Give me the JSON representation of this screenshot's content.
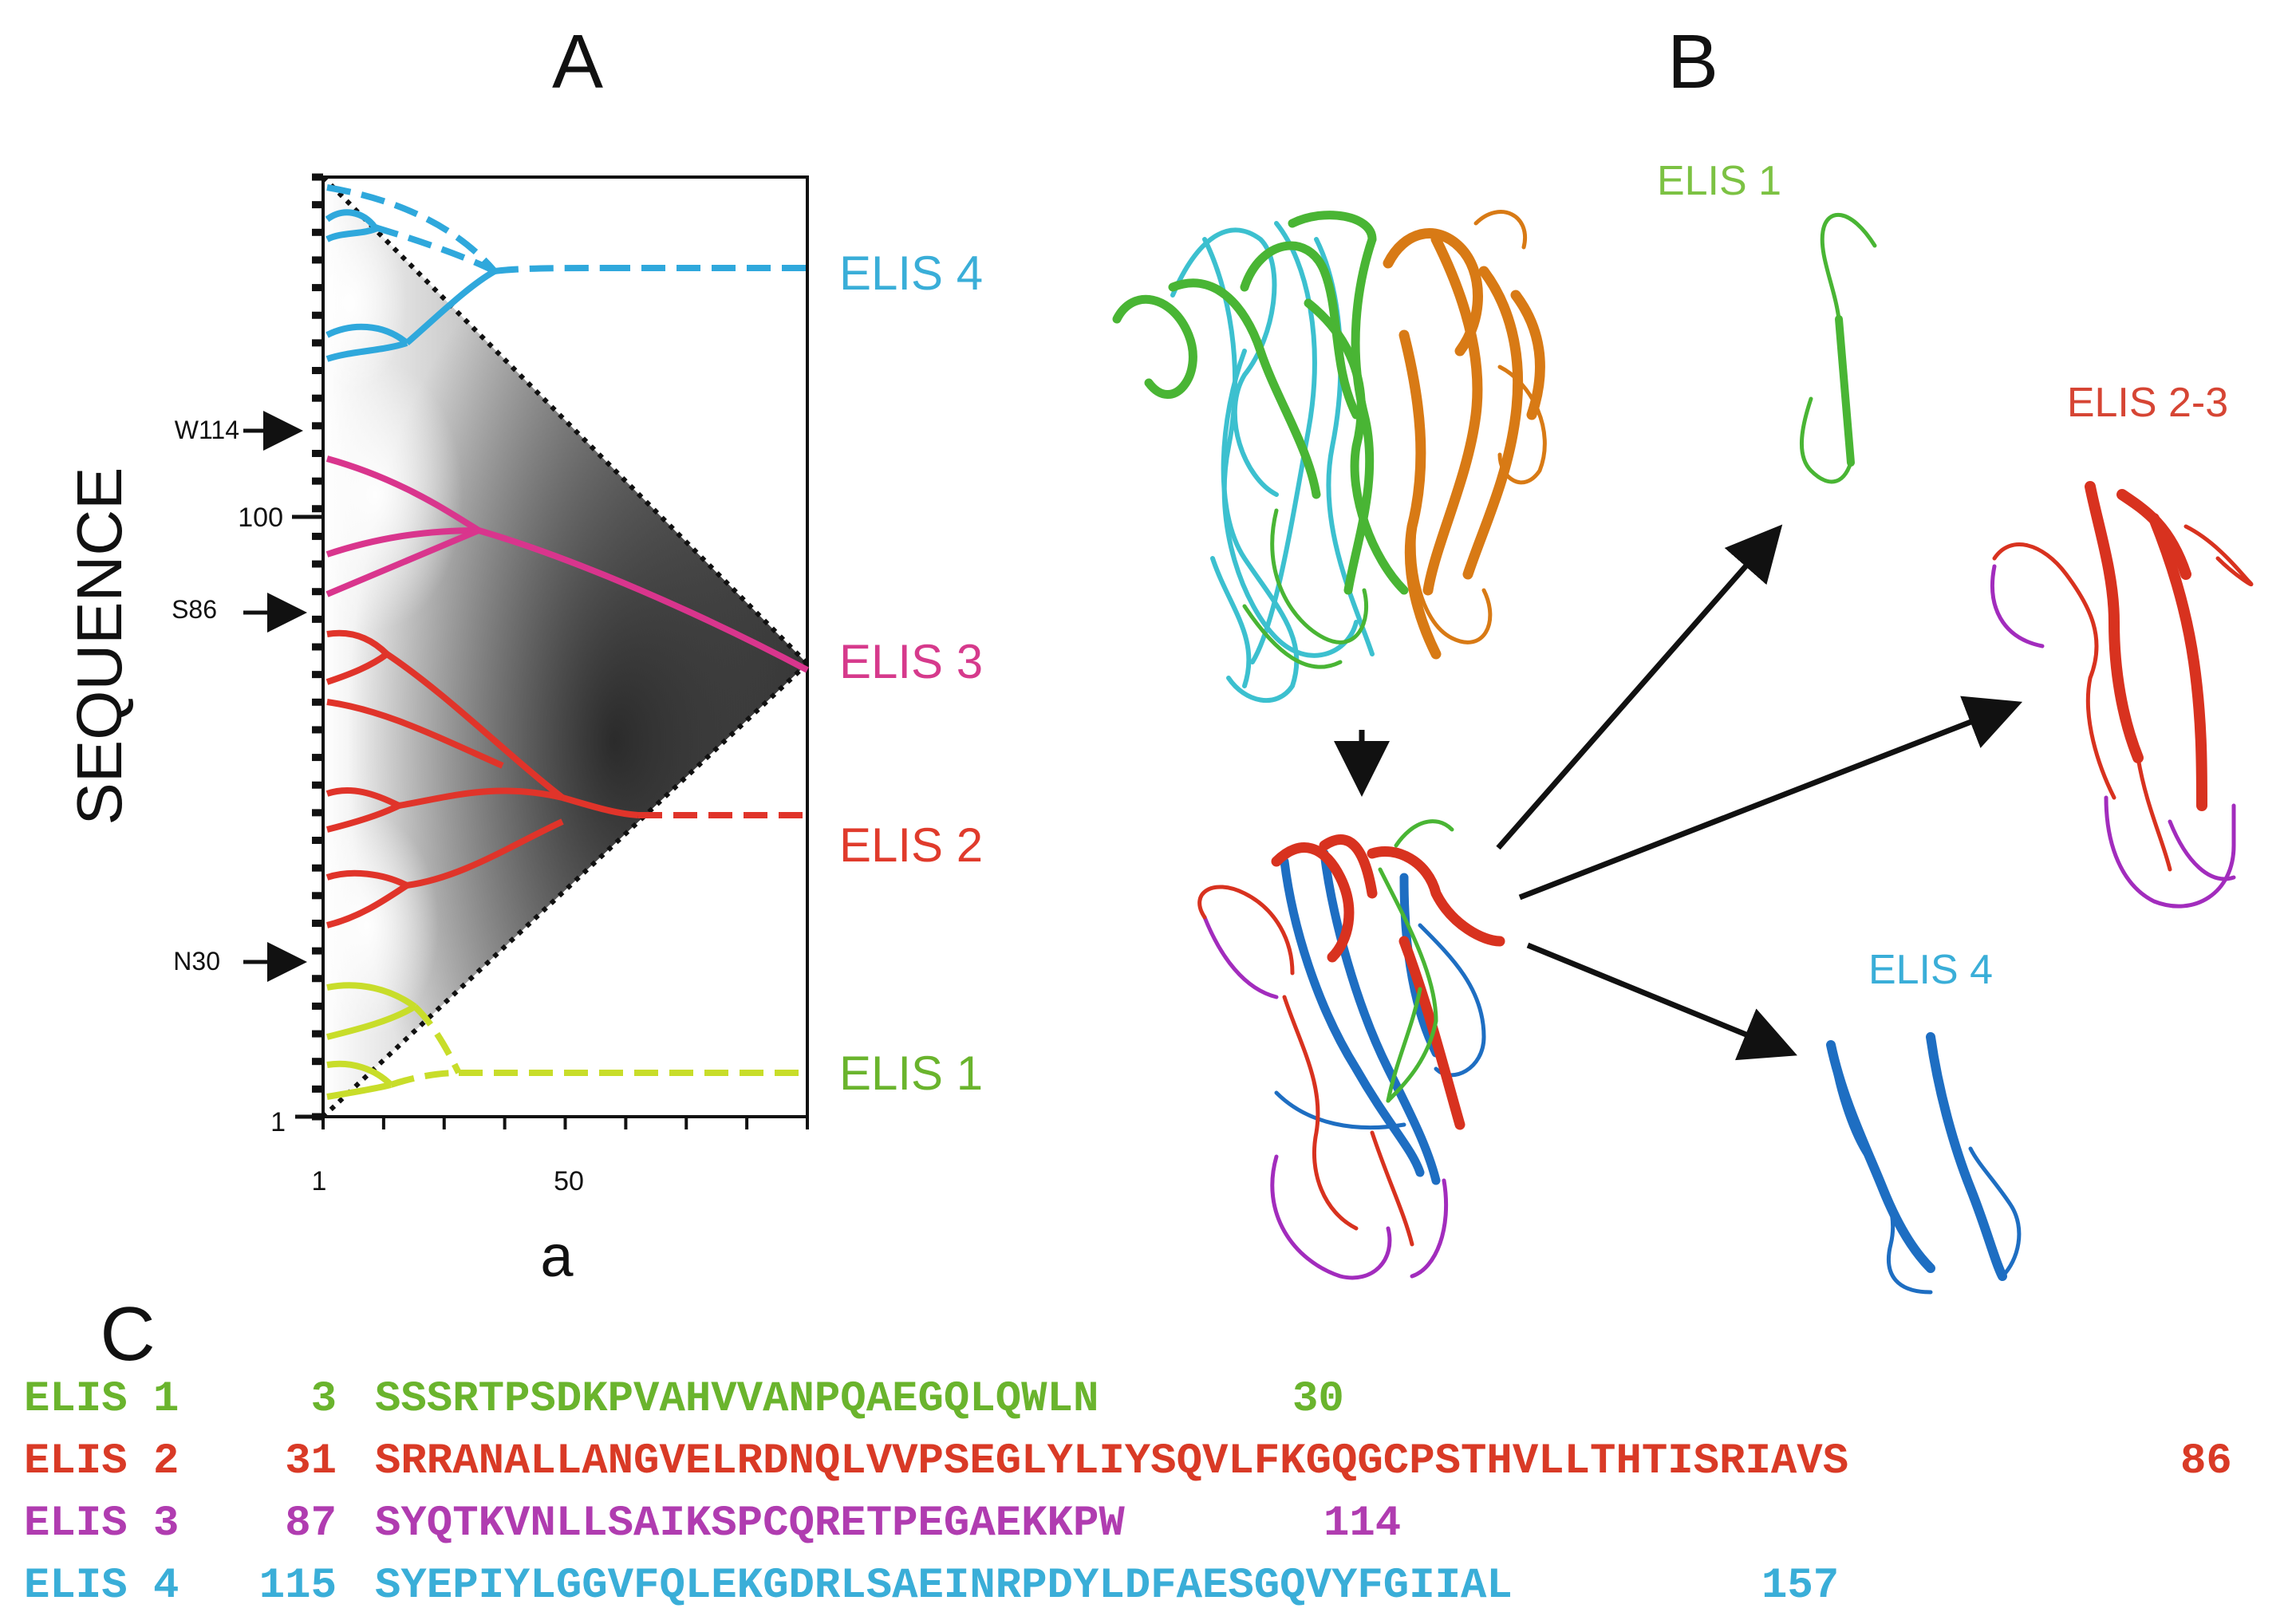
{
  "panels": {
    "a_label": "A",
    "b_label": "B",
    "c_label": "C"
  },
  "panel_a": {
    "ylabel": "SEQUENCE",
    "xlabel": "a",
    "y_tick_labels": [
      {
        "text": "100",
        "value": 100
      },
      {
        "text": "1",
        "value": 1
      }
    ],
    "x_tick_labels": [
      {
        "text": "1",
        "value": 1
      },
      {
        "text": "50",
        "value": 50
      }
    ],
    "arrow_labels": [
      {
        "text": "W114",
        "value": 114
      },
      {
        "text": "S86",
        "value": 86
      },
      {
        "text": "N30",
        "value": 30
      }
    ],
    "domain_labels": [
      {
        "text": "ELIS 4",
        "color": "#3aaed8"
      },
      {
        "text": "ELIS 3",
        "color": "#d63a8c"
      },
      {
        "text": "ELIS 2",
        "color": "#e03b2c"
      },
      {
        "text": "ELIS 1",
        "color": "#8ec63f"
      }
    ]
  },
  "panel_b": {
    "labels": [
      {
        "text": "ELIS 1",
        "color": "#7cc243"
      },
      {
        "text": "ELIS 2-3",
        "color": "#d64534"
      },
      {
        "text": "ELIS 4",
        "color": "#3aaed8"
      }
    ]
  },
  "panel_c": {
    "rows": [
      {
        "name": "ELIS 1",
        "start": "3",
        "sequence": "SSSRTPSDKPVAHVVANPQAEGQLQWLN",
        "end": "30",
        "color": "#6ab42d"
      },
      {
        "name": "ELIS 2",
        "start": "31",
        "sequence": "SRRANALLANGVELRDNQLVVPSEGLYLIYSQVLFKGQGCPSTHVLLTHTISRIAVS",
        "end": "86",
        "color": "#d93a26"
      },
      {
        "name": "ELIS 3",
        "start": "87",
        "sequence": "SYQTKVNLLSAIKSPCQRETPEGAEKKPW",
        "end": "114",
        "color": "#b03cb0"
      },
      {
        "name": "ELIS 4",
        "start": "115",
        "sequence": "SYEPIYLGGVFQLEKGDRLSAEINRPDYLDFAESGQVYFGIIAL",
        "end": "157",
        "color": "#3aaed8"
      }
    ]
  }
}
